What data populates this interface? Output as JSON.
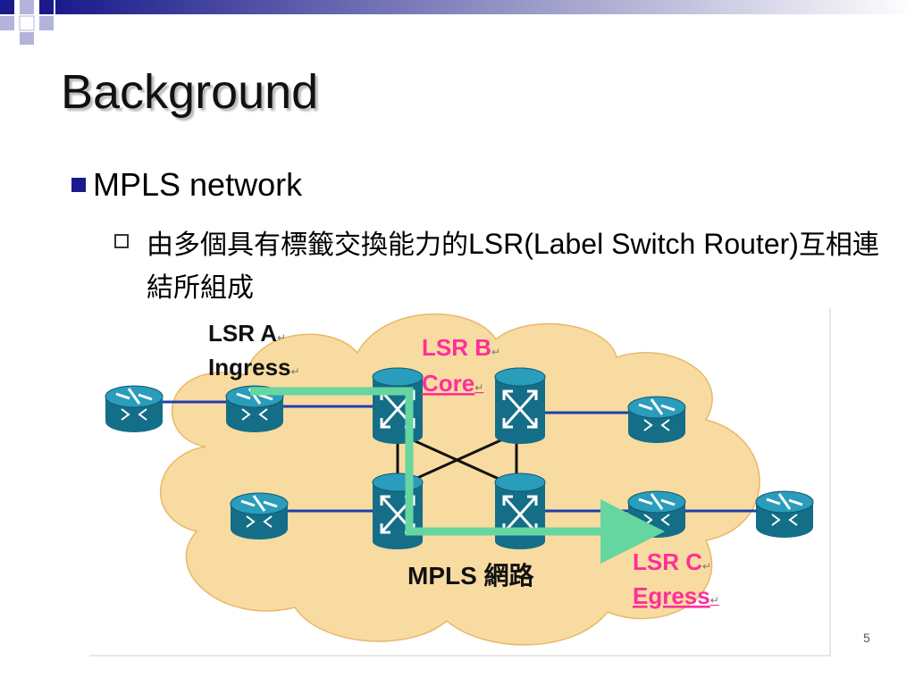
{
  "slide": {
    "title": "Background",
    "bullet_level1": "MPLS network",
    "bullet_level2_part1": "由多個具有標籤交換能力的",
    "bullet_level2_part2": "LSR(Label Switch Router)",
    "bullet_level2_part3": "互相連結所組成",
    "page_number": "5"
  },
  "diagram": {
    "lsr_a_line1": "LSR A",
    "lsr_a_line2": "Ingress",
    "lsr_b_line1": "LSR B",
    "lsr_b_line2": "Core",
    "lsr_c_line1": "LSR C",
    "lsr_c_line2": "Egress",
    "network_label": "MPLS 網路",
    "return_mark": "↵"
  },
  "colors": {
    "title_bar_blue": "#1a1a8c",
    "router_teal": "#1e8aa6",
    "cloud_fill": "#f8dba0",
    "label_magenta": "#ff2f9a",
    "path_green": "#66d6a0",
    "link_blue": "#1f3fae"
  }
}
